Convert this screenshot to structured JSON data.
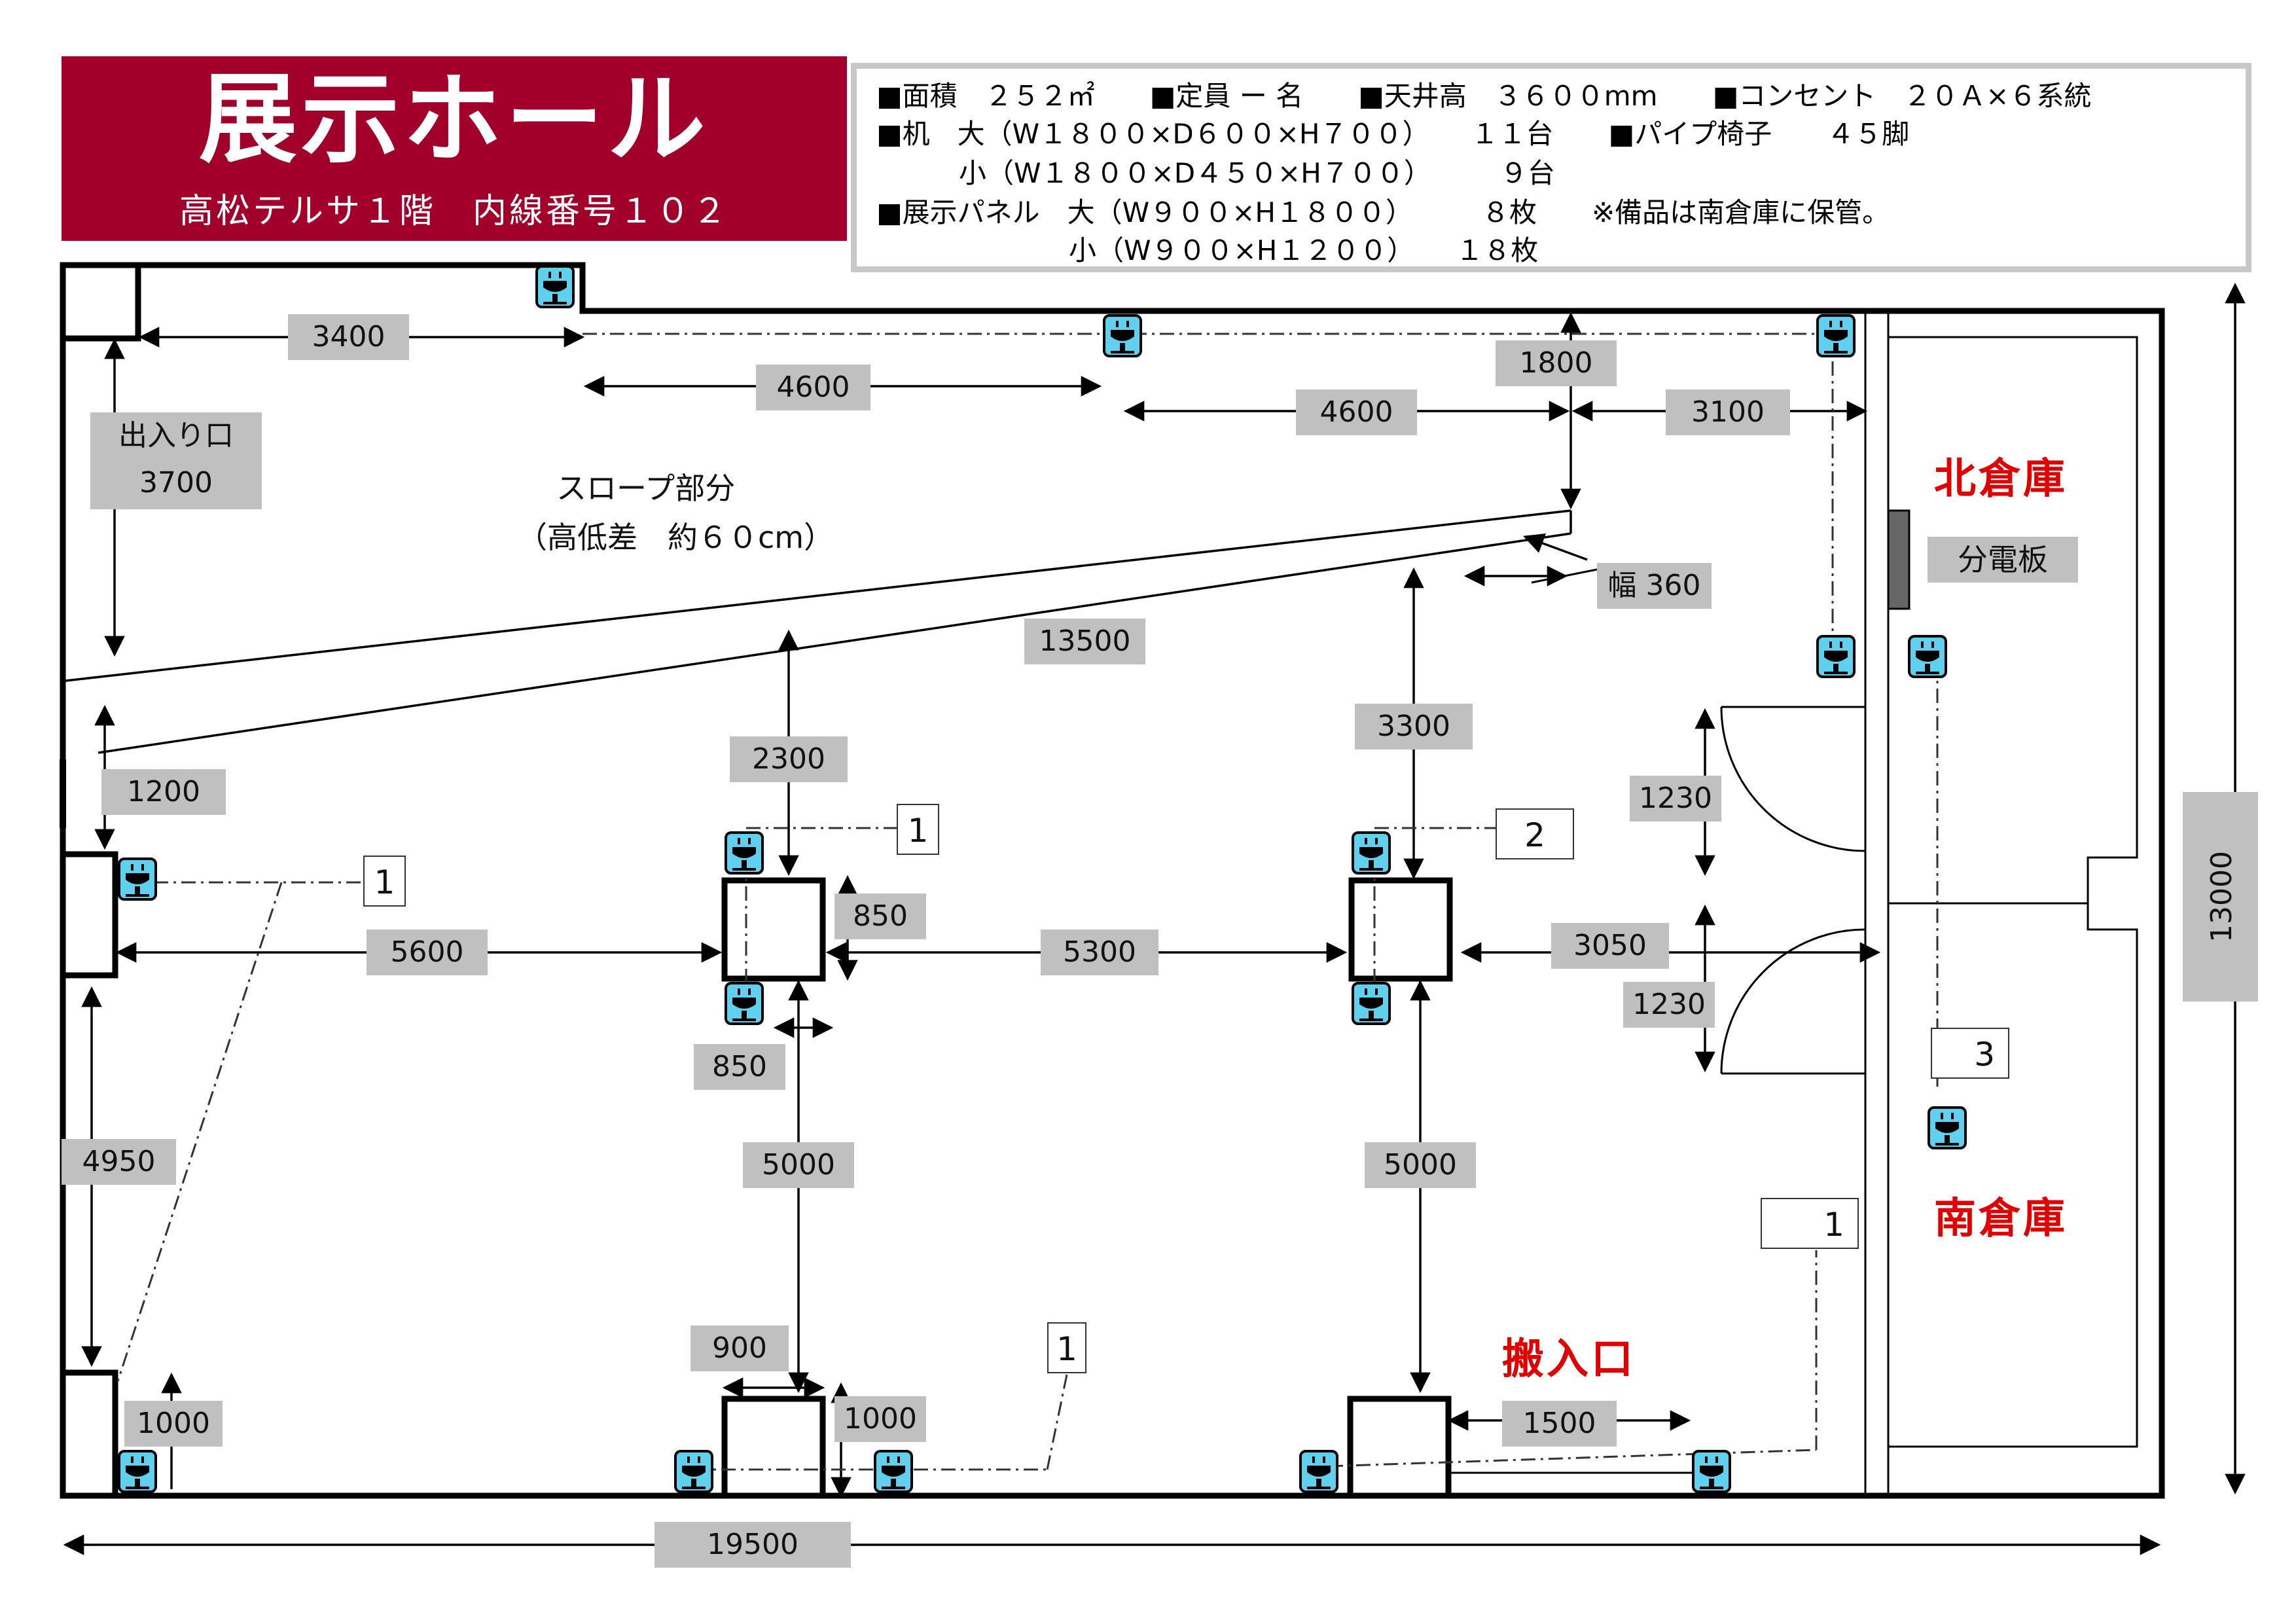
{
  "title": {
    "main": "展示ホール",
    "sub": "高松テルサ１階　内線番号１０２"
  },
  "colors": {
    "title_bg": "#a1002a",
    "room_label": "#e00000",
    "outlet_fill": "#5fd0ee",
    "dimension_box": "#c0c0c0"
  },
  "info": {
    "line1": "■面積　２５２㎡　　■定員 ー 名　　■天井高　３６００mm　　■コンセント　２０Ａ×６系統",
    "line2": "■机　大（W１８００×D６００×H７００）　　１１台　　■パイプ椅子　　４５脚",
    "line3": "　　　小（W１８００×D４５０×H７００）　　　９台",
    "line4": "■展示パネル　大（W９００×H１８００）　　　８枚　　※備品は南倉庫に保管。",
    "line5": "　　　　　　　小（W９００×H１２００）　　１８枚"
  },
  "rooms": {
    "north": "北倉庫",
    "south": "南倉庫",
    "loading": "搬入口",
    "panel": "分電板"
  },
  "notes": {
    "slope": "スロープ部分",
    "slope_height": "（高低差　約６０cm）",
    "entrance": "出入り口",
    "width_label": "幅 360"
  },
  "dimensions": {
    "d3400": "3400",
    "d4600a": "4600",
    "d4600b": "4600",
    "d1800": "1800",
    "d3100": "3100",
    "d3700": "3700",
    "d13500": "13500",
    "d2300": "2300",
    "d3300": "3300",
    "d1200": "1200",
    "d1230a": "1230",
    "d1230b": "1230",
    "d850a": "850",
    "d850b": "850",
    "d5600": "5600",
    "d5300": "5300",
    "d3050": "3050",
    "d4950": "4950",
    "d5000a": "5000",
    "d5000b": "5000",
    "d900": "900",
    "d1000a": "1000",
    "d1000b": "1000",
    "d1500": "1500",
    "d19500": "19500",
    "d13000": "13000"
  },
  "circuits": {
    "c_left": "1",
    "c_col1": "1",
    "c_col2": "2",
    "c_south": "3",
    "c_bottom": "1",
    "c_right": "1"
  }
}
